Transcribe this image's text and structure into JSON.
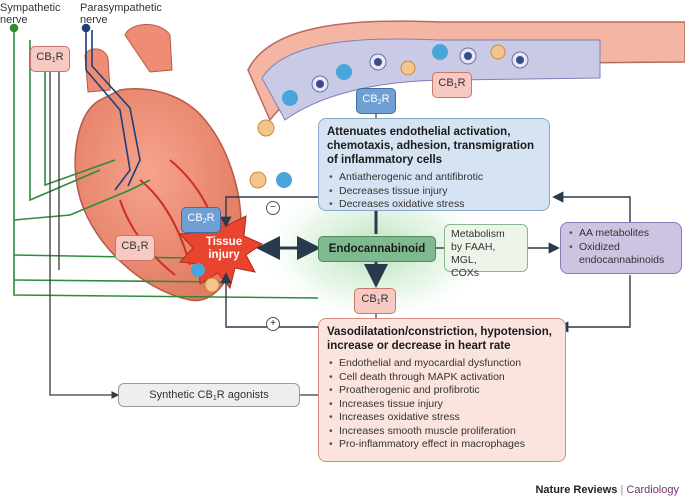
{
  "nerves": {
    "sympathetic": [
      "Sympathetic",
      "nerve"
    ],
    "parasympathetic": [
      "Parasympathetic",
      "nerve"
    ]
  },
  "receptors": {
    "cb1_label": "CB",
    "cb1_sub": "1",
    "cb2_label": "CB",
    "cb2_sub": "2",
    "r": "R"
  },
  "central": {
    "endocannabinoid": "Endocannabinoid",
    "tissue_injury": [
      "Tissue",
      "injury"
    ],
    "minus": "−",
    "plus": "+"
  },
  "metabolism": {
    "lines": [
      "Metabolism",
      "by FAAH, MGL,",
      "COXs"
    ]
  },
  "metabolites": {
    "items": [
      "AA metabolites",
      "Oxidized",
      "endocannabinoids"
    ]
  },
  "cb2_box": {
    "title": [
      "Attenuates endothelial activation,",
      "chemotaxis, adhesion, transmigration",
      "of inflammatory cells"
    ],
    "items": [
      "Antiatherogenic and antifibrotic",
      "Decreases tissue injury",
      "Decreases oxidative stress"
    ]
  },
  "cb1_box": {
    "title": [
      "Vasodilatation/constriction, hypotension,",
      "increase or decrease in heart rate"
    ],
    "items": [
      "Endothelial and myocardial dysfunction",
      "Cell death through MAPK activation",
      "Proatherogenic and profibrotic",
      "Increases tissue injury",
      "Increases oxidative stress",
      "Increases smooth muscle proliferation",
      "Pro-inflammatory effect in macrophages"
    ]
  },
  "agonists": {
    "pre": "Synthetic CB",
    "sub": "1",
    "post": "R agonists"
  },
  "credit": {
    "brand": "Nature Reviews",
    "sep": " | ",
    "journal": "Cardiology"
  },
  "colors": {
    "cb2_box_bg": "#d6e3f3",
    "cb1_box_bg": "#fbe3de",
    "endo_green": "#7fb98f",
    "metabolite_purple": "#cdc3e2",
    "nerve_green": "#2e8b3a",
    "nerve_blue": "#1e3f7a",
    "heart": "#f08c74",
    "injury_red": "#e8442e",
    "credit_purple": "#7a2f6f"
  }
}
